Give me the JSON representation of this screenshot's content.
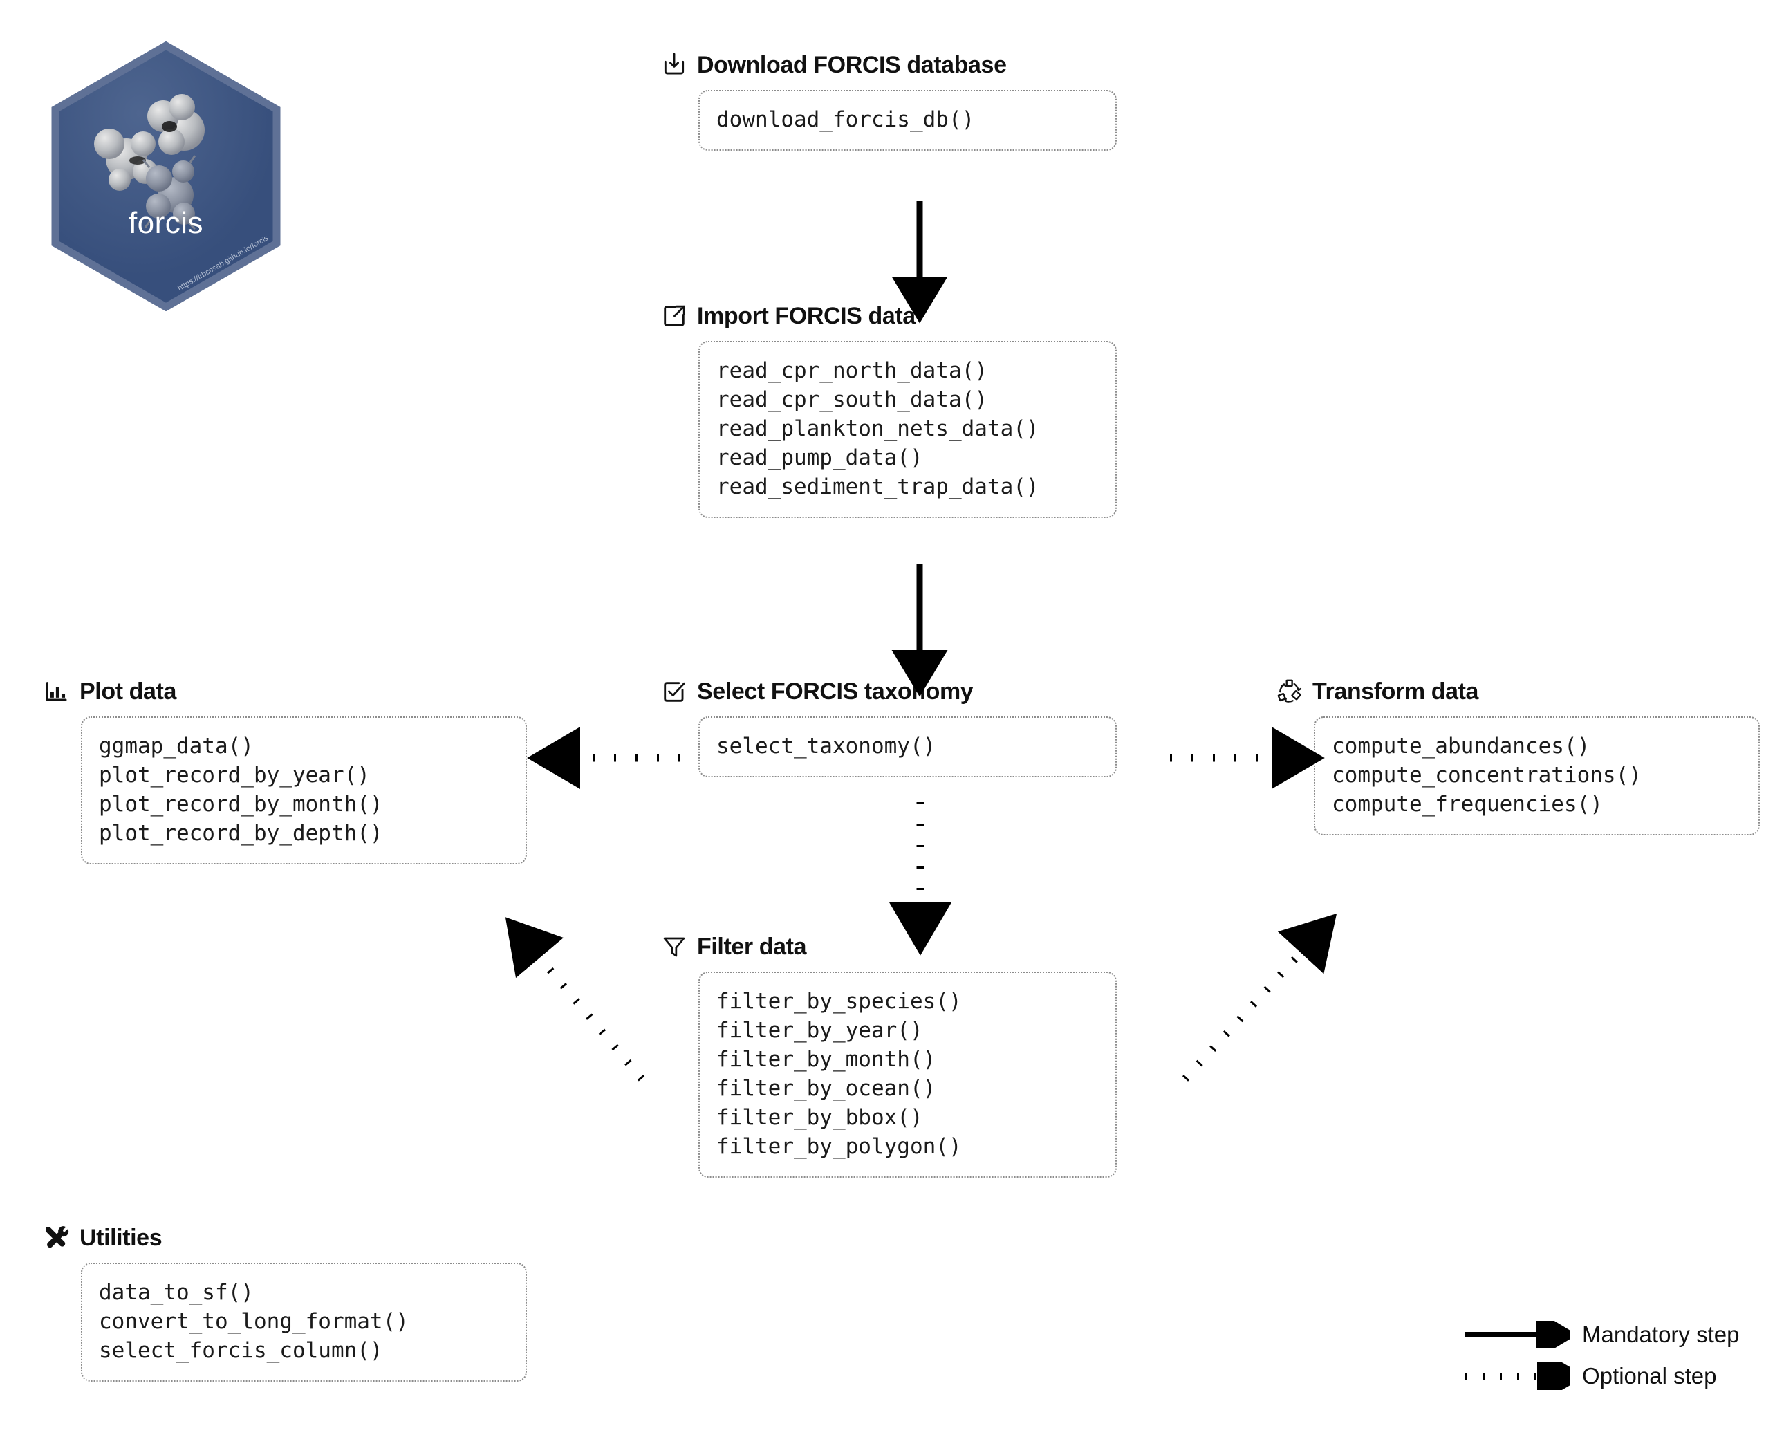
{
  "logo": {
    "name": "forcis",
    "url": "https://frbcesab.github.io/forcis",
    "hex_fill": "#38507d",
    "hex_border": "#5f7196"
  },
  "sections": {
    "download": {
      "icon": "download-box-icon",
      "title": "Download FORCIS database",
      "functions": [
        "download_forcis_db()"
      ]
    },
    "import": {
      "icon": "box-arrow-up-right-icon",
      "title": "Import FORCIS data",
      "functions": [
        "read_cpr_north_data()",
        "read_cpr_south_data()",
        "read_plankton_nets_data()",
        "read_pump_data()",
        "read_sediment_trap_data()"
      ]
    },
    "select": {
      "icon": "checkbox-checked-icon",
      "title": "Select FORCIS taxonomy",
      "functions": [
        "select_taxonomy()"
      ]
    },
    "plot": {
      "icon": "bar-chart-icon",
      "title": "Plot data",
      "functions": [
        "ggmap_data()",
        "plot_record_by_year()",
        "plot_record_by_month()",
        "plot_record_by_depth()"
      ]
    },
    "transform": {
      "icon": "shapes-cycle-icon",
      "title": "Transform data",
      "functions": [
        "compute_abundances()",
        "compute_concentrations()",
        "compute_frequencies()"
      ]
    },
    "filter": {
      "icon": "funnel-icon",
      "title": "Filter data",
      "functions": [
        "filter_by_species()",
        "filter_by_year()",
        "filter_by_month()",
        "filter_by_ocean()",
        "filter_by_bbox()",
        "filter_by_polygon()"
      ]
    },
    "utilities": {
      "icon": "tools-icon",
      "title": "Utilities",
      "functions": [
        "data_to_sf()",
        "convert_to_long_format()",
        "select_forcis_column()"
      ]
    }
  },
  "legend": {
    "mandatory_label": "Mandatory step",
    "optional_label": "Optional step",
    "line_color": "#000000"
  }
}
